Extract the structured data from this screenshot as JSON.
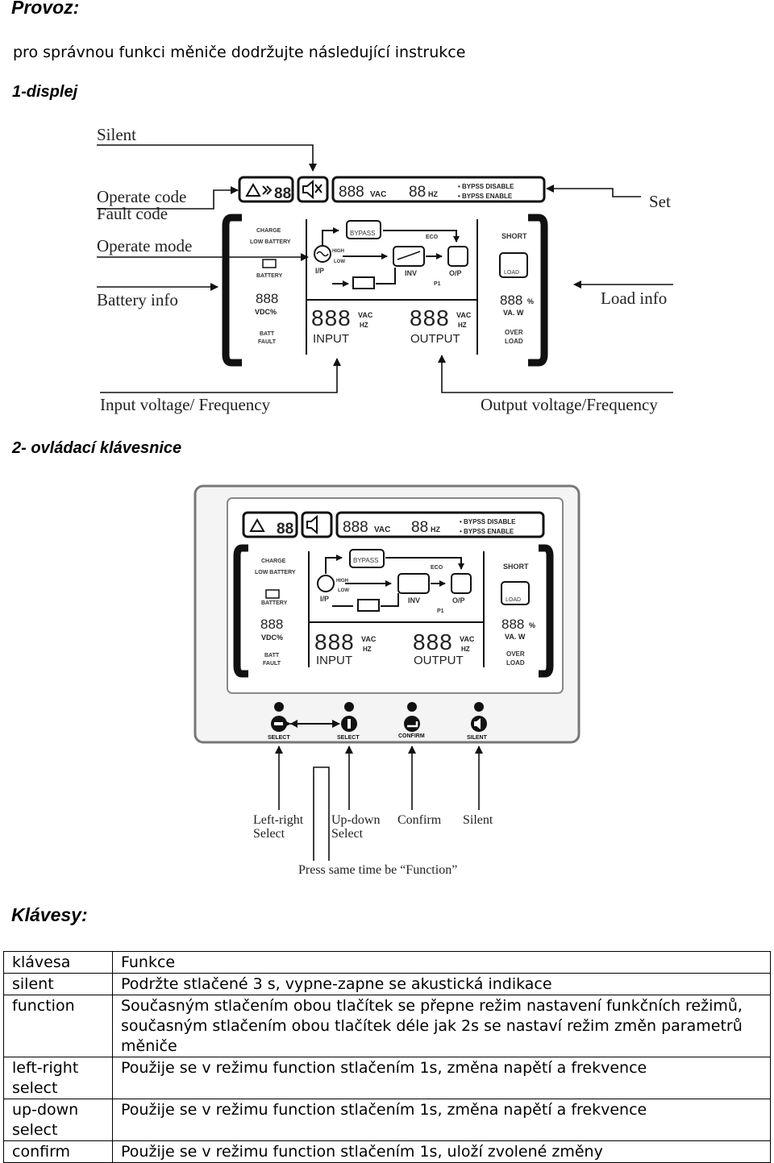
{
  "page": {
    "title": "Provoz:",
    "intro": "pro správnou funkci měniče dodržujte následující instrukce",
    "section1": "1-displej",
    "section2": "2- ovládací klávesnice",
    "section3": "Klávesy:"
  },
  "diagram1": {
    "labels": {
      "silent": "Silent",
      "operate_code": "Operate code",
      "fault_code": "Fault code",
      "operate_mode": "Operate mode",
      "battery_info": "Battery info",
      "set": "Set",
      "load_info": "Load info",
      "input_vf": "Input voltage/ Frequency",
      "output_vf": "Output voltage/Frequency"
    }
  },
  "lcd": {
    "digits": "888",
    "digits2": "88",
    "vac": "VAC",
    "hz": "HZ",
    "bypass_disable": "• BYPSS DISABLE",
    "bypass_enable": "• BYPSS ENABLE",
    "charge": "CHARGE",
    "low_battery": "LOW BATTERY",
    "battery": "BATTERY",
    "vdc": "VDC%",
    "batt_fault_1": "BATT",
    "batt_fault_2": "FAULT",
    "bypass": "BYPASS",
    "eco": "ECO",
    "high": "HIGH",
    "low": "LOW",
    "ip": "I/P",
    "inv": "INV",
    "op": "O/P",
    "p1": "P1",
    "short": "SHORT",
    "load": "LOAD",
    "percent": "%",
    "vaw": "VA. W",
    "over": "OVER",
    "overload_load": "LOAD",
    "input": "INPUT",
    "output": "OUTPUT"
  },
  "diagram2": {
    "buttons": [
      "SELECT",
      "SELECT",
      "CONFIRM",
      "SILENT"
    ],
    "labels": {
      "left_right_1": "Left-right",
      "left_right_2": "Select",
      "up_down_1": "Up-down",
      "up_down_2": "Select",
      "confirm": "Confirm",
      "silent": "Silent",
      "press_same": "Press same time be “Function”"
    }
  },
  "keys_table": {
    "header": {
      "key": "klávesa",
      "function": "Funkce"
    },
    "rows": [
      {
        "key": "silent",
        "function": "Podržte stlačené 3 s, vypne-zapne se akustická indikace"
      },
      {
        "key": "function",
        "function": "Současným stlačením obou tlačítek se přepne režim nastavení funkčních režimů, současným stlačením obou tlačítek déle jak 2s se nastaví režim změn parametrů měniče"
      },
      {
        "key": "left-right select",
        "function": "Použije se v režimu function stlačením 1s, změna napětí a frekvence"
      },
      {
        "key": "up-down select",
        "function": "Použije se v režimu function stlačením 1s, změna napětí a frekvence"
      },
      {
        "key": "confirm",
        "function": "Použije se v režimu function stlačením 1s, uloží zvolené změny"
      }
    ]
  }
}
